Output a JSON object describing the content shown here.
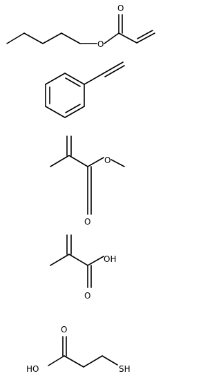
{
  "colors": {
    "background": "#ffffff",
    "ink": "#000000"
  },
  "molecules": [
    {
      "id": "butyl-acrylate",
      "atoms": {
        "O1": "O",
        "O2": "O"
      }
    },
    {
      "id": "styrene",
      "atoms": {}
    },
    {
      "id": "methyl-methacrylate",
      "atoms": {
        "O1": "O",
        "O2": "O"
      }
    },
    {
      "id": "methacrylic-acid",
      "atoms": {
        "OH": "OH",
        "O": "O"
      }
    },
    {
      "id": "3-mercaptopropionic-acid",
      "atoms": {
        "O": "O",
        "HO": "HO",
        "SH": "SH"
      }
    }
  ]
}
